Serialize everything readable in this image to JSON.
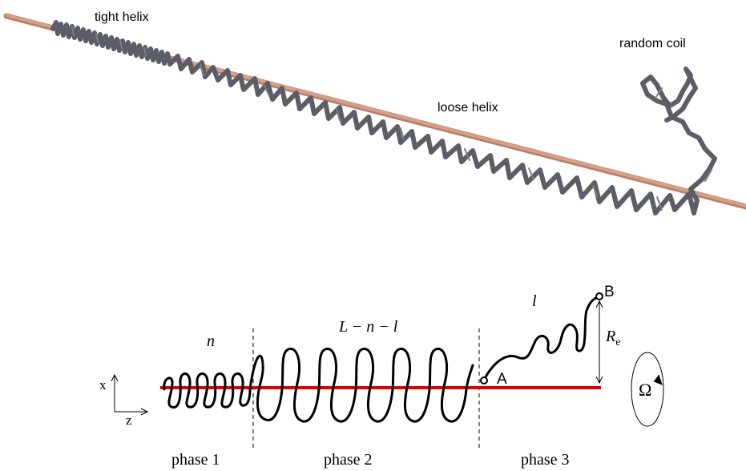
{
  "render": {
    "labels": {
      "tight_helix": "tight helix",
      "loose_helix": "loose helix",
      "random_coil": "random coil"
    }
  },
  "schematic": {
    "segments": {
      "n": "n",
      "middle": "L − n − l",
      "l": "l"
    },
    "points": {
      "a": "A",
      "b": "B"
    },
    "re_symbol": "R",
    "re_subscript": "e",
    "omega": "Ω",
    "axes": {
      "x": "x",
      "z": "z"
    },
    "phases": [
      "phase 1",
      "phase 2",
      "phase 3"
    ]
  },
  "colors": {
    "rod": "#d4a08a",
    "rod_edge": "#b87c66",
    "chain": "#5b5e66",
    "chain_edge": "#3f4248",
    "axis_line": "#e00000",
    "ink": "#000000"
  }
}
